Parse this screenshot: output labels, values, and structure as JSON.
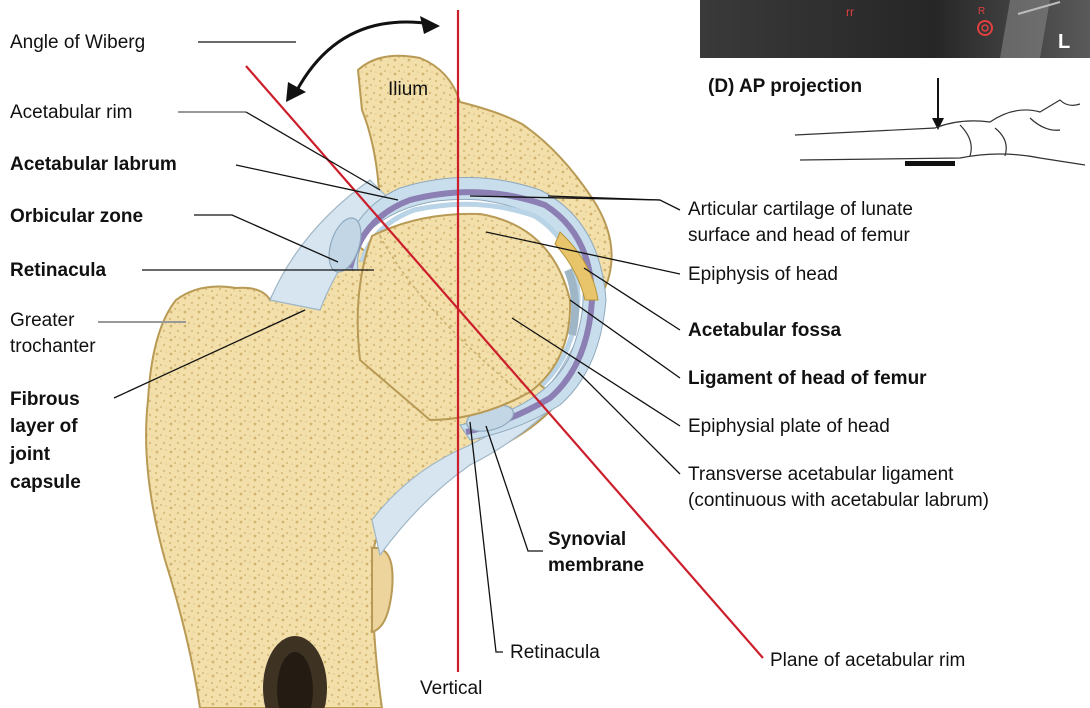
{
  "colors": {
    "bone": "#f2dfaa",
    "bone_edge": "#b89a55",
    "cartilage": "#b9d4e6",
    "labrum": "#8c7fb4",
    "capsule": "#d7e5f0",
    "red_line": "#cc1f2c",
    "xray_dark": "#2b2b2b"
  },
  "labels": {
    "angle_of_wiberg": "Angle of Wiberg",
    "acetabular_rim": "Acetabular rim",
    "acetabular_labrum": "Acetabular labrum",
    "orbicular_zone": "Orbicular zone",
    "retinacula_left": "Retinacula",
    "greater_trochanter_1": "Greater",
    "greater_trochanter_2": "trochanter",
    "fibrous_1": "Fibrous",
    "fibrous_2": "layer of",
    "fibrous_3": "joint",
    "fibrous_4": "capsule",
    "ilium": "Ilium",
    "articular_cartilage_1": "Articular cartilage of lunate",
    "articular_cartilage_2": "surface and head of femur",
    "epiphysis_of_head": "Epiphysis of head",
    "acetabular_fossa": "Acetabular fossa",
    "ligament_of_head": "Ligament of head of femur",
    "epiphysial_plate": "Epiphysial plate of head",
    "transverse_1": "Transverse acetabular ligament",
    "transverse_2": "(continuous with acetabular labrum)",
    "synovial_1": "Synovial",
    "synovial_2": "membrane",
    "retinacula_bottom": "Retinacula",
    "plane_of_rim": "Plane of acetabular rim",
    "vertical": "Vertical",
    "ap_projection": "(D) AP projection",
    "xray_marker": "L"
  }
}
